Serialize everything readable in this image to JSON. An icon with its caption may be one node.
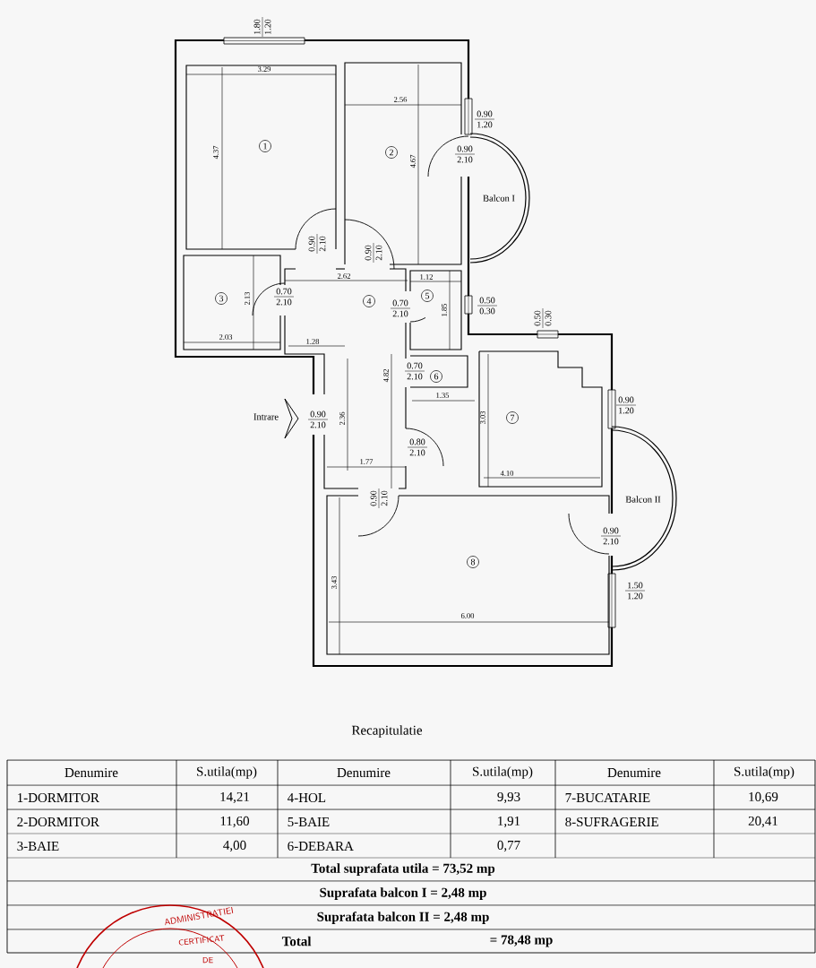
{
  "diagram": {
    "title": "Recapitulatie",
    "nodes": [
      {
        "text": [
          "1"
        ]
      },
      {
        "text": [
          "2"
        ]
      },
      {
        "text": [
          "3"
        ]
      },
      {
        "text": [
          "4"
        ]
      },
      {
        "text": [
          "5"
        ]
      },
      {
        "text": [
          "6"
        ]
      },
      {
        "text": [
          "7"
        ]
      },
      {
        "text": [
          "8"
        ]
      }
    ],
    "labels": [
      "1.80",
      "1.20",
      "3.29",
      "0.90",
      "1.20",
      "2.56",
      "4.37",
      "0.90",
      "2.10",
      "4.67",
      "Balcon I",
      "0.90",
      "2.10",
      "0.90",
      "2.10",
      "2.62",
      "1.12",
      "0.70",
      "2.10",
      "2.13",
      "0.70",
      "2.10",
      "1.85",
      "0.50",
      "0.30",
      "0.50",
      "0.30",
      "2.03",
      "1.28",
      "0.70",
      "2.10",
      "4.82",
      "1.35",
      "0.90",
      "1.20",
      "Intrare",
      "0.90",
      "2.10",
      "2.36",
      "3.03",
      "0.80",
      "2.10",
      "1.77",
      "4.10",
      "Balcon II",
      "0.90",
      "2.10",
      "0.90",
      "2.10",
      "1.50",
      "1.20",
      "3.43",
      "6.00",
      "Denumire",
      "S.utila(mp)",
      "Denumire",
      "S.utila(mp)",
      "Denumire",
      "S.utila(mp)",
      "1-DORMITOR",
      "14,21",
      "4-HOL",
      "9,93",
      "7-BUCATARIE",
      "10,69",
      "2-DORMITOR",
      "11,60",
      "5-BAIE",
      "1,91",
      "8-SUFRAGERIE",
      "20,41",
      "3-BAIE",
      "4,00",
      "6-DEBARA",
      "0,77",
      "Total suprafata utila = 73,52 mp",
      "Suprafata balcon I = 2,48 mp",
      "Suprafata balcon II = 2,48 mp",
      "Total",
      "= 78,48 mp",
      "ADMINISTRATIEI",
      "CERTIFICAT",
      "DE"
    ]
  }
}
